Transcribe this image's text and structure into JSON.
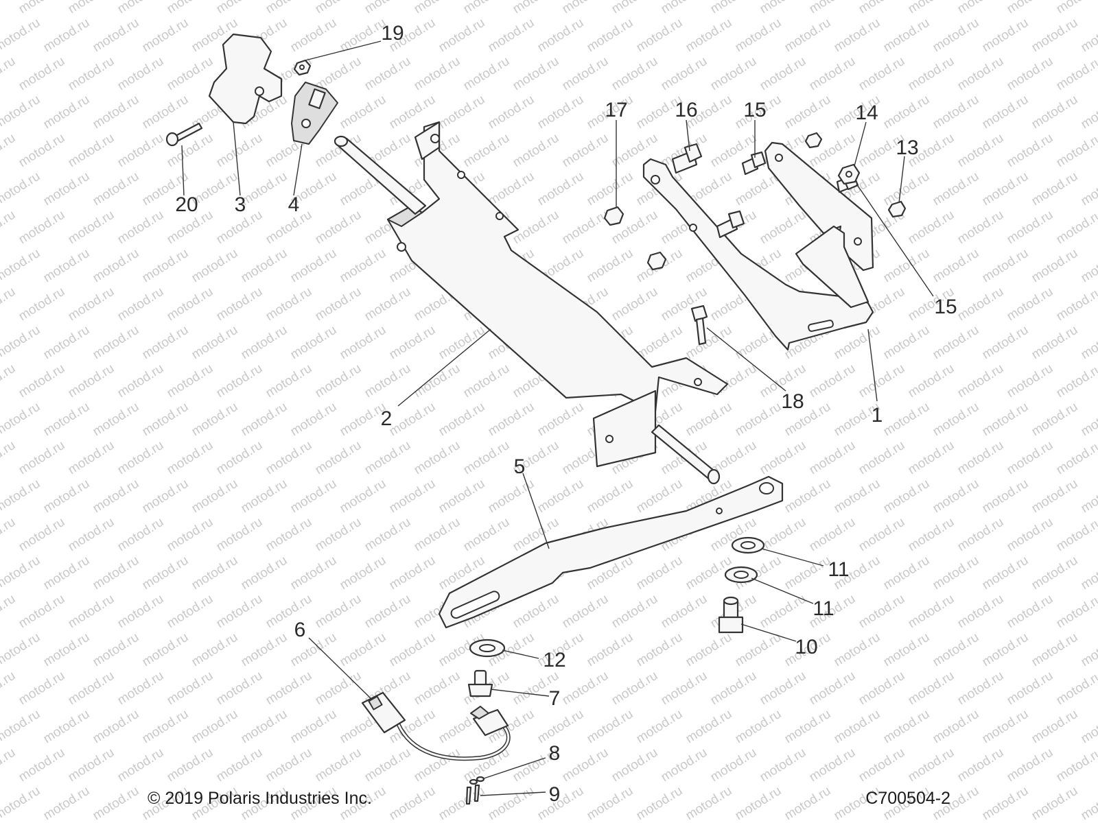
{
  "callouts": [
    {
      "id": "1",
      "label": "1"
    },
    {
      "id": "2",
      "label": "2"
    },
    {
      "id": "3",
      "label": "3"
    },
    {
      "id": "4",
      "label": "4"
    },
    {
      "id": "5",
      "label": "5"
    },
    {
      "id": "6",
      "label": "6"
    },
    {
      "id": "7",
      "label": "7"
    },
    {
      "id": "8",
      "label": "8"
    },
    {
      "id": "9",
      "label": "9"
    },
    {
      "id": "10",
      "label": "10"
    },
    {
      "id": "11a",
      "label": "11"
    },
    {
      "id": "11b",
      "label": "11"
    },
    {
      "id": "12",
      "label": "12"
    },
    {
      "id": "13",
      "label": "13"
    },
    {
      "id": "14",
      "label": "14"
    },
    {
      "id": "15a",
      "label": "15"
    },
    {
      "id": "15b",
      "label": "15"
    },
    {
      "id": "16",
      "label": "16"
    },
    {
      "id": "17",
      "label": "17"
    },
    {
      "id": "18",
      "label": "18"
    },
    {
      "id": "19",
      "label": "19"
    },
    {
      "id": "20",
      "label": "20"
    }
  ],
  "footer": {
    "copyright": "© 2019 Polaris Industries Inc.",
    "diagram_code": "C700504-2"
  },
  "watermark": {
    "text": "motod.ru"
  }
}
